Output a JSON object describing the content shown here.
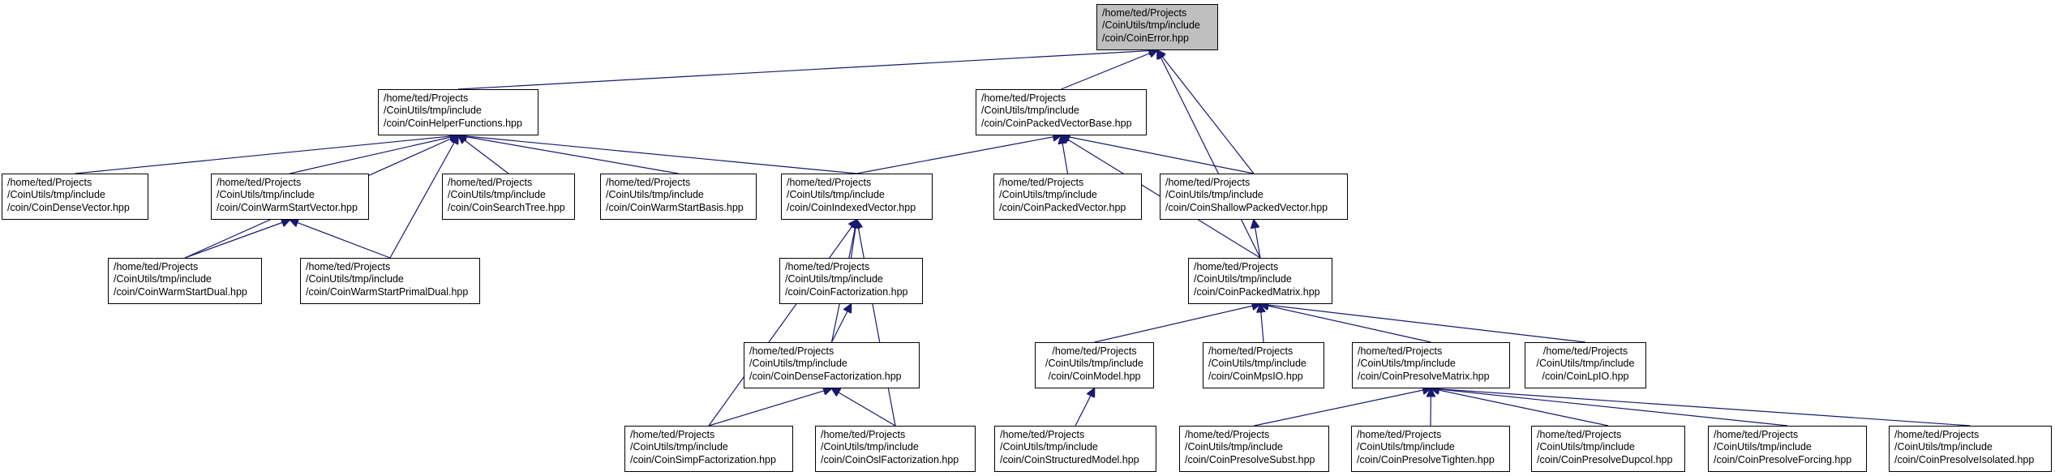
{
  "graph": {
    "edge_color": "#191970",
    "highlight_color": "#bfbfbf",
    "nodes": [
      {
        "id": "CoinError",
        "lines": [
          "/home/ted/Projects",
          "/CoinUtils/tmp/include",
          "/coin/CoinError.hpp"
        ],
        "highlight": true
      },
      {
        "id": "CoinHelperFunctions",
        "lines": [
          "/home/ted/Projects",
          "/CoinUtils/tmp/include",
          "/coin/CoinHelperFunctions.hpp"
        ]
      },
      {
        "id": "CoinPackedVectorBase",
        "lines": [
          "/home/ted/Projects",
          "/CoinUtils/tmp/include",
          "/coin/CoinPackedVectorBase.hpp"
        ]
      },
      {
        "id": "CoinDenseVector",
        "lines": [
          "/home/ted/Projects",
          "/CoinUtils/tmp/include",
          "/coin/CoinDenseVector.hpp"
        ]
      },
      {
        "id": "CoinWarmStartVector",
        "lines": [
          "/home/ted/Projects",
          "/CoinUtils/tmp/include",
          "/coin/CoinWarmStartVector.hpp"
        ]
      },
      {
        "id": "CoinSearchTree",
        "lines": [
          "/home/ted/Projects",
          "/CoinUtils/tmp/include",
          "/coin/CoinSearchTree.hpp"
        ]
      },
      {
        "id": "CoinWarmStartBasis",
        "lines": [
          "/home/ted/Projects",
          "/CoinUtils/tmp/include",
          "/coin/CoinWarmStartBasis.hpp"
        ]
      },
      {
        "id": "CoinIndexedVector",
        "lines": [
          "/home/ted/Projects",
          "/CoinUtils/tmp/include",
          "/coin/CoinIndexedVector.hpp"
        ]
      },
      {
        "id": "CoinPackedVector",
        "lines": [
          "/home/ted/Projects",
          "/CoinUtils/tmp/include",
          "/coin/CoinPackedVector.hpp"
        ]
      },
      {
        "id": "CoinShallowPackedVector",
        "lines": [
          "/home/ted/Projects",
          "/CoinUtils/tmp/include",
          "/coin/CoinShallowPackedVector.hpp"
        ]
      },
      {
        "id": "CoinWarmStartDual",
        "lines": [
          "/home/ted/Projects",
          "/CoinUtils/tmp/include",
          "/coin/CoinWarmStartDual.hpp"
        ]
      },
      {
        "id": "CoinWarmStartPrimalDual",
        "lines": [
          "/home/ted/Projects",
          "/CoinUtils/tmp/include",
          "/coin/CoinWarmStartPrimalDual.hpp"
        ]
      },
      {
        "id": "CoinFactorization",
        "lines": [
          "/home/ted/Projects",
          "/CoinUtils/tmp/include",
          "/coin/CoinFactorization.hpp"
        ]
      },
      {
        "id": "CoinPackedMatrix",
        "lines": [
          "/home/ted/Projects",
          "/CoinUtils/tmp/include",
          "/coin/CoinPackedMatrix.hpp"
        ]
      },
      {
        "id": "CoinDenseFactorization",
        "lines": [
          "/home/ted/Projects",
          "/CoinUtils/tmp/include",
          "/coin/CoinDenseFactorization.hpp"
        ]
      },
      {
        "id": "CoinModel",
        "lines": [
          "/home/ted/Projects",
          "/CoinUtils/tmp/include",
          "/coin/CoinModel.hpp"
        ],
        "centered": true
      },
      {
        "id": "CoinMpsIO",
        "lines": [
          "/home/ted/Projects",
          "/CoinUtils/tmp/include",
          "/coin/CoinMpsIO.hpp"
        ]
      },
      {
        "id": "CoinPresolveMatrix",
        "lines": [
          "/home/ted/Projects",
          "/CoinUtils/tmp/include",
          "/coin/CoinPresolveMatrix.hpp"
        ]
      },
      {
        "id": "CoinLpIO",
        "lines": [
          "/home/ted/Projects",
          "/CoinUtils/tmp/include",
          "/coin/CoinLpIO.hpp"
        ],
        "centered": true
      },
      {
        "id": "CoinSimpFactorization",
        "lines": [
          "/home/ted/Projects",
          "/CoinUtils/tmp/include",
          "/coin/CoinSimpFactorization.hpp"
        ]
      },
      {
        "id": "CoinOslFactorization",
        "lines": [
          "/home/ted/Projects",
          "/CoinUtils/tmp/include",
          "/coin/CoinOslFactorization.hpp"
        ]
      },
      {
        "id": "CoinStructuredModel",
        "lines": [
          "/home/ted/Projects",
          "/CoinUtils/tmp/include",
          "/coin/CoinStructuredModel.hpp"
        ]
      },
      {
        "id": "CoinPresolveSubst",
        "lines": [
          "/home/ted/Projects",
          "/CoinUtils/tmp/include",
          "/coin/CoinPresolveSubst.hpp"
        ]
      },
      {
        "id": "CoinPresolveTighten",
        "lines": [
          "/home/ted/Projects",
          "/CoinUtils/tmp/include",
          "/coin/CoinPresolveTighten.hpp"
        ]
      },
      {
        "id": "CoinPresolveDupcol",
        "lines": [
          "/home/ted/Projects",
          "/CoinUtils/tmp/include",
          "/coin/CoinPresolveDupcol.hpp"
        ]
      },
      {
        "id": "CoinPresolveForcing",
        "lines": [
          "/home/ted/Projects",
          "/CoinUtils/tmp/include",
          "/coin/CoinPresolveForcing.hpp"
        ]
      },
      {
        "id": "CoinPresolveIsolated",
        "lines": [
          "/home/ted/Projects",
          "/CoinUtils/tmp/include",
          "/coin/CoinPresolveIsolated.hpp"
        ]
      }
    ],
    "edges": [
      {
        "from": "CoinHelperFunctions",
        "to": "CoinError"
      },
      {
        "from": "CoinPackedVectorBase",
        "to": "CoinError"
      },
      {
        "from": "CoinShallowPackedVector",
        "to": "CoinError"
      },
      {
        "from": "CoinPackedMatrix",
        "to": "CoinError"
      },
      {
        "from": "CoinDenseVector",
        "to": "CoinHelperFunctions"
      },
      {
        "from": "CoinWarmStartVector",
        "to": "CoinHelperFunctions"
      },
      {
        "from": "CoinSearchTree",
        "to": "CoinHelperFunctions"
      },
      {
        "from": "CoinWarmStartBasis",
        "to": "CoinHelperFunctions"
      },
      {
        "from": "CoinIndexedVector",
        "to": "CoinHelperFunctions"
      },
      {
        "from": "CoinWarmStartDual",
        "to": "CoinHelperFunctions"
      },
      {
        "from": "CoinWarmStartPrimalDual",
        "to": "CoinHelperFunctions"
      },
      {
        "from": "CoinIndexedVector",
        "to": "CoinPackedVectorBase"
      },
      {
        "from": "CoinPackedVector",
        "to": "CoinPackedVectorBase"
      },
      {
        "from": "CoinShallowPackedVector",
        "to": "CoinPackedVectorBase"
      },
      {
        "from": "CoinPackedMatrix",
        "to": "CoinPackedVectorBase"
      },
      {
        "from": "CoinWarmStartDual",
        "to": "CoinWarmStartVector"
      },
      {
        "from": "CoinWarmStartPrimalDual",
        "to": "CoinWarmStartVector"
      },
      {
        "from": "CoinFactorization",
        "to": "CoinIndexedVector"
      },
      {
        "from": "CoinDenseFactorization",
        "to": "CoinIndexedVector"
      },
      {
        "from": "CoinSimpFactorization",
        "to": "CoinIndexedVector"
      },
      {
        "from": "CoinOslFactorization",
        "to": "CoinIndexedVector"
      },
      {
        "from": "CoinPackedMatrix",
        "to": "CoinShallowPackedVector"
      },
      {
        "from": "CoinDenseFactorization",
        "to": "CoinFactorization"
      },
      {
        "from": "CoinSimpFactorization",
        "to": "CoinDenseFactorization"
      },
      {
        "from": "CoinOslFactorization",
        "to": "CoinDenseFactorization"
      },
      {
        "from": "CoinModel",
        "to": "CoinPackedMatrix"
      },
      {
        "from": "CoinMpsIO",
        "to": "CoinPackedMatrix"
      },
      {
        "from": "CoinPresolveMatrix",
        "to": "CoinPackedMatrix"
      },
      {
        "from": "CoinLpIO",
        "to": "CoinPackedMatrix"
      },
      {
        "from": "CoinStructuredModel",
        "to": "CoinModel"
      },
      {
        "from": "CoinPresolveSubst",
        "to": "CoinPresolveMatrix"
      },
      {
        "from": "CoinPresolveTighten",
        "to": "CoinPresolveMatrix"
      },
      {
        "from": "CoinPresolveDupcol",
        "to": "CoinPresolveMatrix"
      },
      {
        "from": "CoinPresolveForcing",
        "to": "CoinPresolveMatrix"
      },
      {
        "from": "CoinPresolveIsolated",
        "to": "CoinPresolveMatrix"
      }
    ]
  }
}
